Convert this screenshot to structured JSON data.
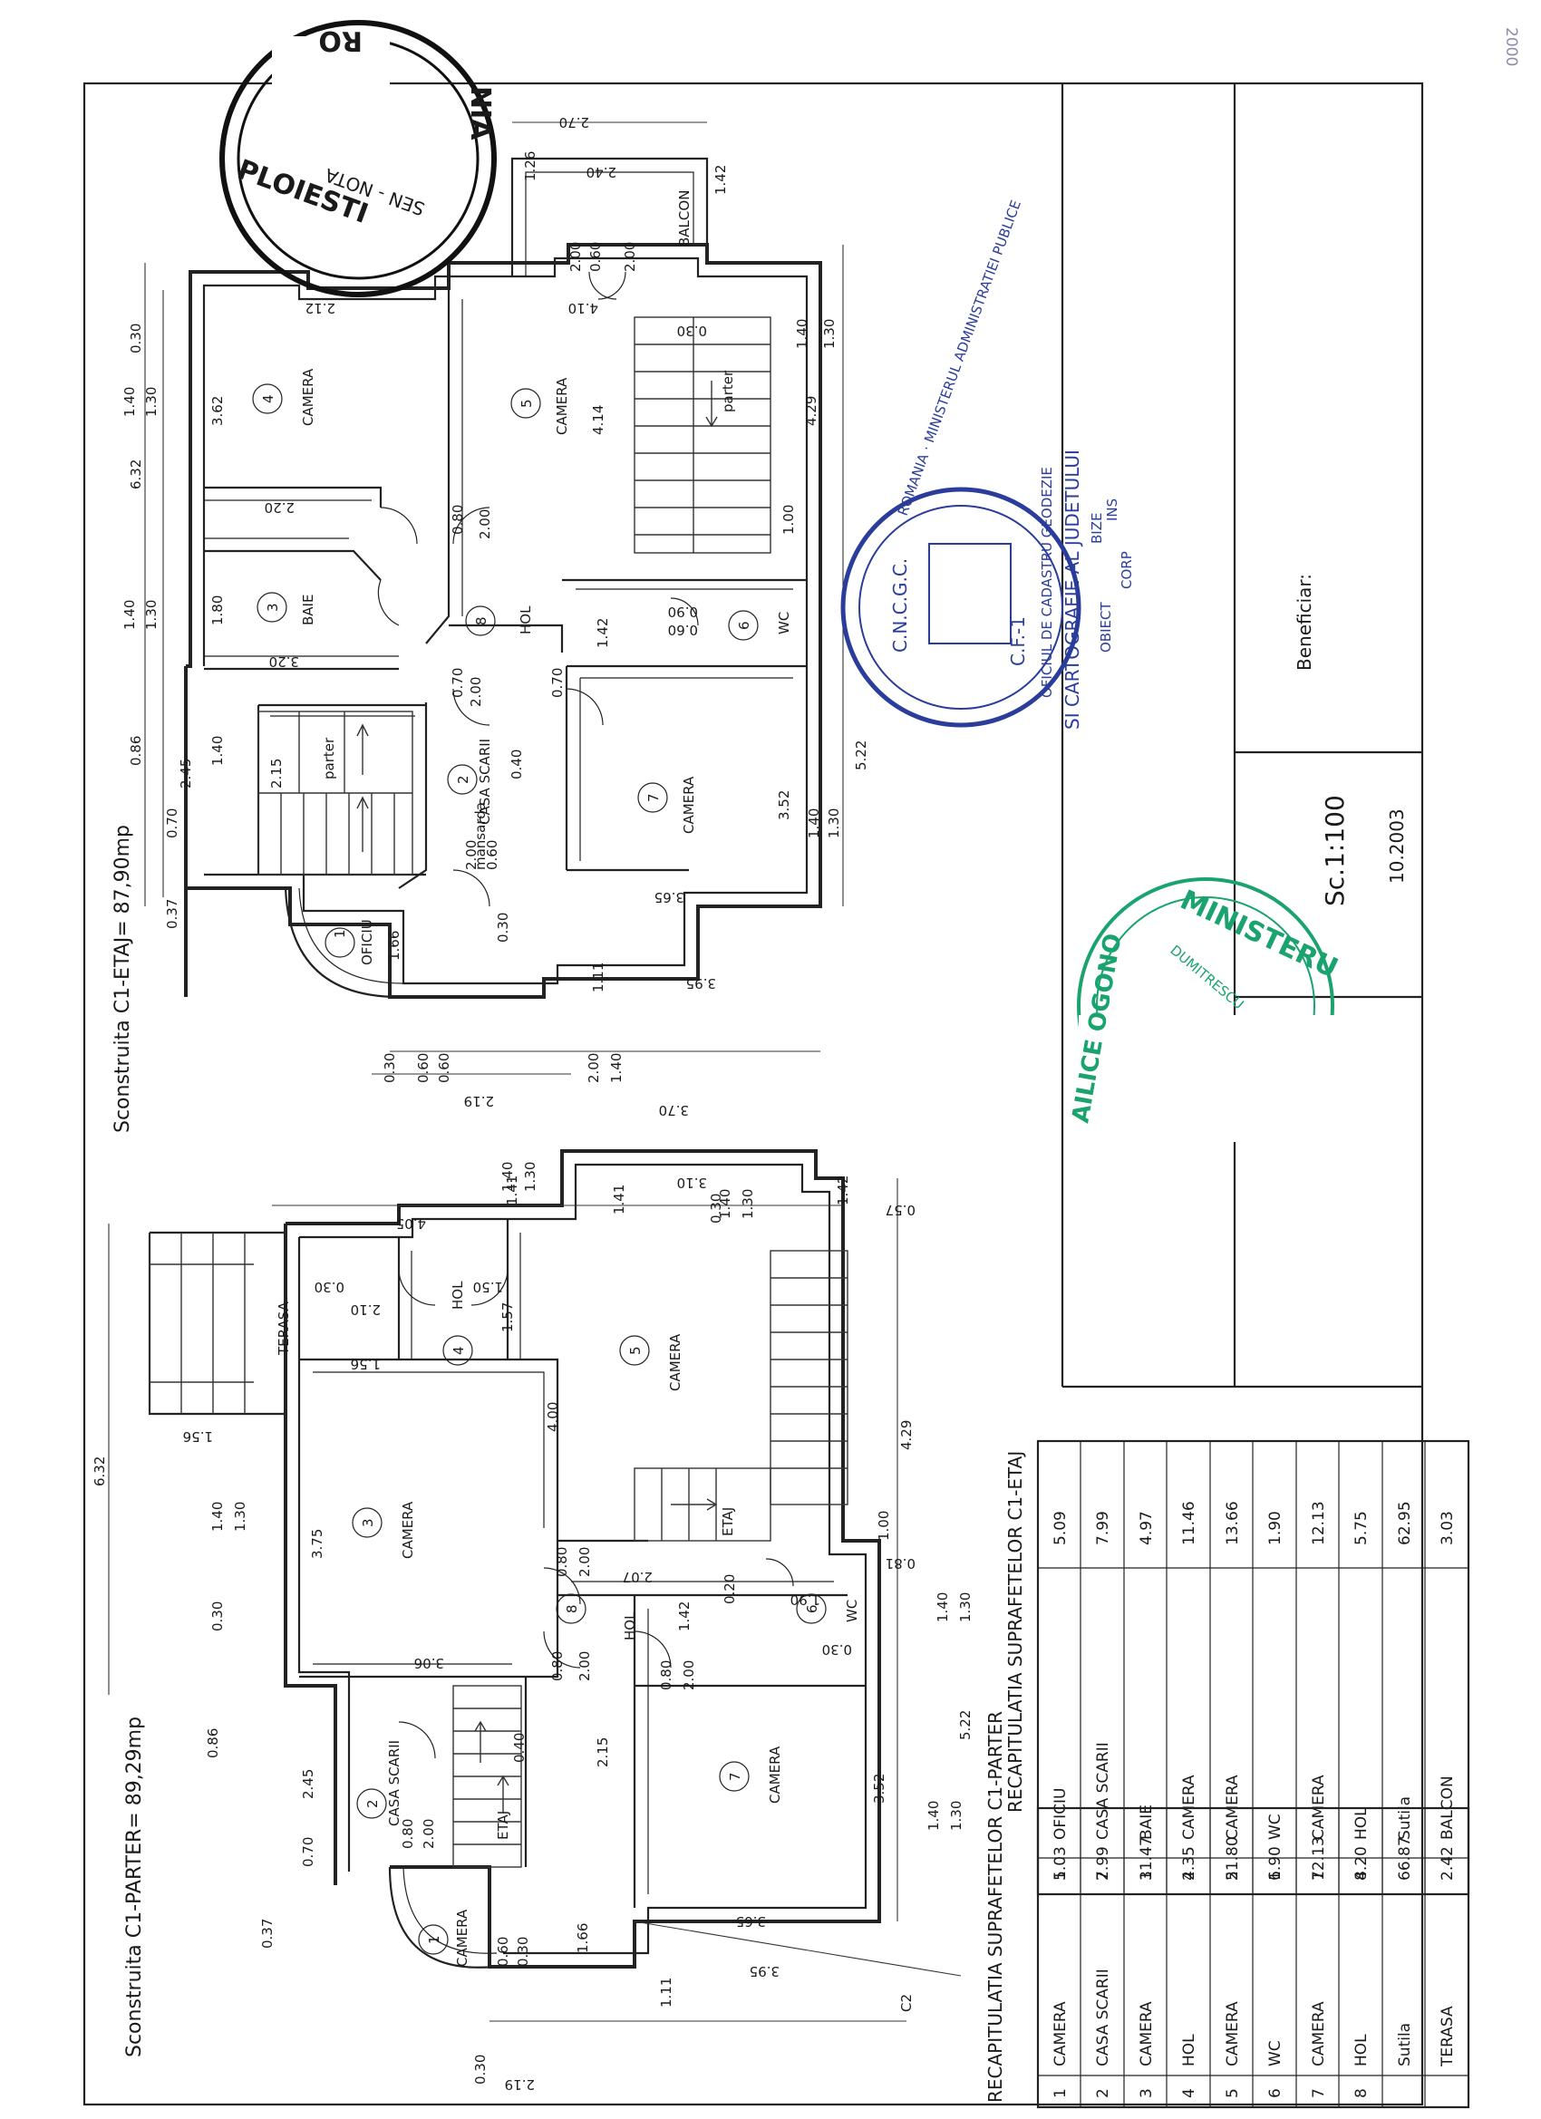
{
  "sheet": {
    "corner_note": "2000",
    "scale": "Sc.1:100",
    "date": "10.2003",
    "beneficiar_label": "Beneficiar:"
  },
  "etaj": {
    "title": "Sconstruita C1-ETAJ= 87,90mp",
    "rooms": [
      {
        "num": "1",
        "name": "OFICIU"
      },
      {
        "num": "2",
        "name": "CASA SCARII"
      },
      {
        "num": "3",
        "name": "BAIE"
      },
      {
        "num": "4",
        "name": "CAMERA"
      },
      {
        "num": "5",
        "name": "CAMERA"
      },
      {
        "num": "6",
        "name": "WC"
      },
      {
        "num": "7",
        "name": "CAMERA"
      },
      {
        "num": "8",
        "name": "HOL"
      }
    ],
    "labels": {
      "balcon": "BALCON",
      "parter1": "parter",
      "parter2": "parter",
      "mansarda": "mansarda"
    },
    "dims": [
      "2.70",
      "2.40",
      "1.26",
      "1.42",
      "0.30",
      "4.10",
      "1.40",
      "1.30",
      "4.29",
      "1.00",
      "4.14",
      "3.62",
      "2.20",
      "2.12",
      "6.32",
      "1.40",
      "1.30",
      "0.30",
      "1.80",
      "3.20",
      "1.40",
      "1.30",
      "0.86",
      "1.40",
      "2.45",
      "0.70",
      "0.37",
      "2.15",
      "0.40",
      "3.52",
      "3.65",
      "3.95",
      "5.22",
      "1.40",
      "1.30",
      "1.66",
      "1.11",
      "0.30",
      "0.60",
      "0.60",
      "2.19",
      "0.30",
      "1.42",
      "0.60",
      "0.90",
      "2.00",
      "0.80",
      "2.00",
      "0.70",
      "0.70",
      "2.00",
      "0.60",
      "2.00",
      "0.60",
      "2.00"
    ]
  },
  "parter": {
    "title": "Sconstruita C1-PARTER= 89,29mp",
    "rooms": [
      {
        "num": "1",
        "name": "CAMERA"
      },
      {
        "num": "2",
        "name": "CASA SCARII"
      },
      {
        "num": "3",
        "name": "CAMERA"
      },
      {
        "num": "4",
        "name": "HOL"
      },
      {
        "num": "5",
        "name": "CAMERA"
      },
      {
        "num": "6",
        "name": "WC"
      },
      {
        "num": "7",
        "name": "CAMERA"
      },
      {
        "num": "8",
        "name": "HOL"
      }
    ],
    "labels": {
      "terasa": "TERASA",
      "etaj1": "ETAJ",
      "etaj2": "ETAJ",
      "c2": "C2"
    },
    "dims": [
      "2.00",
      "1.40",
      "3.70",
      "3.10",
      "0.30",
      "1.40",
      "1.30",
      "1.41",
      "1.40",
      "1.30",
      "1.41",
      "1.42",
      "0.57",
      "4.05",
      "0.30",
      "2.10",
      "1.50",
      "1.57",
      "1.56",
      "1.56",
      "6.32",
      "4.00",
      "4.29",
      "1.00",
      "0.81",
      "3.75",
      "1.40",
      "1.30",
      "0.30",
      "3.06",
      "2.07",
      "1.42",
      "1.90",
      "0.20",
      "1.40",
      "1.30",
      "0.86",
      "2.45",
      "0.70",
      "0.37",
      "0.40",
      "2.15",
      "3.52",
      "3.65",
      "3.95",
      "5.22",
      "1.40",
      "1.30",
      "1.66",
      "0.30",
      "1.11",
      "2.19",
      "0.30",
      "0.60",
      "0.30",
      "0.80",
      "2.00",
      "0.80",
      "2.00",
      "0.80",
      "2.00",
      "0.80",
      "2.00"
    ]
  },
  "recap_etaj": {
    "title": "RECAPITULATIA SUPRAFETELOR C1-ETAJ",
    "rows": [
      {
        "nr": "1",
        "name": "OFICIU",
        "area": "5.09"
      },
      {
        "nr": "2",
        "name": "CASA SCARII",
        "area": "7.99"
      },
      {
        "nr": "3",
        "name": "BAIE",
        "area": "4.97"
      },
      {
        "nr": "4",
        "name": "CAMERA",
        "area": "11.46"
      },
      {
        "nr": "5",
        "name": "CAMERA",
        "area": "13.66"
      },
      {
        "nr": "6",
        "name": "WC",
        "area": "1.90"
      },
      {
        "nr": "7",
        "name": "CAMERA",
        "area": "12.13"
      },
      {
        "nr": "8",
        "name": "HOL",
        "area": "5.75"
      },
      {
        "nr": "",
        "name": "Sutila",
        "area": "62.95"
      },
      {
        "nr": "",
        "name": "BALCON",
        "area": "3.03"
      }
    ]
  },
  "recap_parter": {
    "title": "RECAPITULATIA SUPRAFETELOR C1-PARTER",
    "rows": [
      {
        "nr": "1",
        "name": "CAMERA",
        "area": "5.03"
      },
      {
        "nr": "2",
        "name": "CASA SCARII",
        "area": "7.99"
      },
      {
        "nr": "3",
        "name": "CAMERA",
        "area": "11.47"
      },
      {
        "nr": "4",
        "name": "HOL",
        "area": "2.35"
      },
      {
        "nr": "5",
        "name": "CAMERA",
        "area": "21.80"
      },
      {
        "nr": "6",
        "name": "WC",
        "area": "1.90"
      },
      {
        "nr": "7",
        "name": "CAMERA",
        "area": "12.13"
      },
      {
        "nr": "8",
        "name": "HOL",
        "area": "4.20"
      },
      {
        "nr": "",
        "name": "Sutila",
        "area": "66.87"
      },
      {
        "nr": "",
        "name": "TERASA",
        "area": "2.42"
      }
    ]
  },
  "stamps": {
    "notary": {
      "top": "RO",
      "right": "NIA",
      "bottom": "PLOIESTI",
      "middle": "SEN - NOTA"
    },
    "ocpi": {
      "ring": "ROMANIA · MINISTERUL ADMINISTRATIEI PUBLICE",
      "line1": "C.N.C.G.C.",
      "line2": "C.F.-1",
      "line3": "OFICIUL DE CADASTRU GEODEZIE",
      "line4": "SI CARTOGRAFIE AL JUDETULUI",
      "line5": "OBIECT",
      "line6": "CORP",
      "line7": "BIZE",
      "line8": "INS"
    },
    "ministry": {
      "line1": "MINISTERU",
      "line2": "AILICE OGONO",
      "line3": "DUMITRESCU"
    }
  }
}
